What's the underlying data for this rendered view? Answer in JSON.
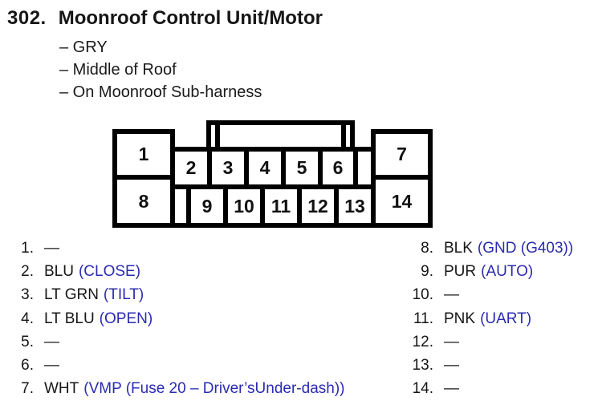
{
  "header": {
    "number": "302.",
    "title": "Moonroof Control Unit/Motor",
    "details": [
      "– GRY",
      "– Middle of Roof",
      "– On Moonroof Sub-harness"
    ]
  },
  "connector": {
    "labels": [
      "1",
      "2",
      "3",
      "4",
      "5",
      "6",
      "7",
      "8",
      "9",
      "10",
      "11",
      "12",
      "13",
      "14"
    ]
  },
  "pins": {
    "left": [
      {
        "num": "1.",
        "color": "—",
        "func": ""
      },
      {
        "num": "2.",
        "color": "BLU",
        "func": "(CLOSE)"
      },
      {
        "num": "3.",
        "color": "LT GRN",
        "func": "(TILT)"
      },
      {
        "num": "4.",
        "color": "LT BLU",
        "func": "(OPEN)"
      },
      {
        "num": "5.",
        "color": "—",
        "func": ""
      },
      {
        "num": "6.",
        "color": "—",
        "func": ""
      },
      {
        "num": "7.",
        "color": "WHT",
        "func": "(VMP (Fuse 20 – Driver’sUnder-dash))"
      }
    ],
    "right": [
      {
        "num": "8.",
        "color": "BLK",
        "func": "(GND (G403))"
      },
      {
        "num": "9.",
        "color": "PUR",
        "func": "(AUTO)"
      },
      {
        "num": "10.",
        "color": "—",
        "func": ""
      },
      {
        "num": "11.",
        "color": "PNK",
        "func": "(UART)"
      },
      {
        "num": "12.",
        "color": "—",
        "func": ""
      },
      {
        "num": "13.",
        "color": "—",
        "func": ""
      },
      {
        "num": "14.",
        "color": "—",
        "func": ""
      }
    ]
  },
  "colors": {
    "function_blue": "#2b2bb2",
    "line_black": "#000000",
    "text_black": "#161616",
    "background": "#ffffff"
  }
}
